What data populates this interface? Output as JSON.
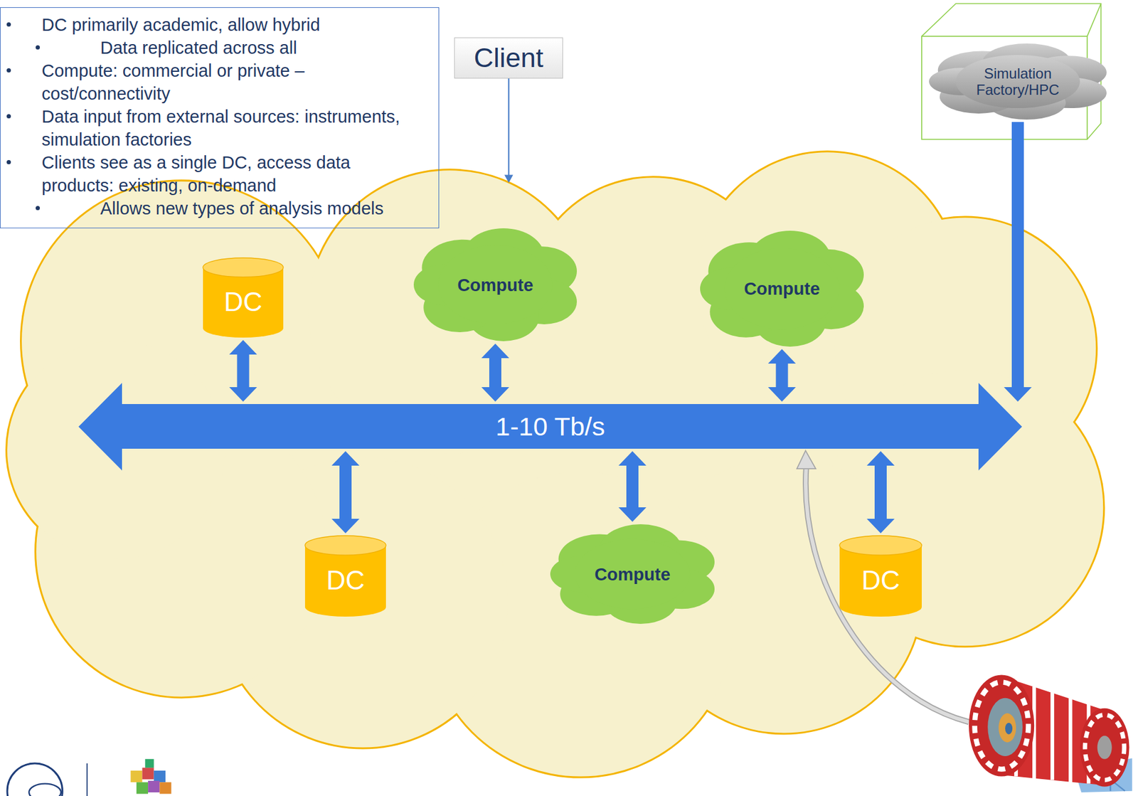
{
  "diagram": {
    "nodes": [
      {
        "text": [
          "DC primarily academic, allow hybrid",
          "Data replicated across all",
          "Compute: commercial or private – cost/connectivity",
          "Data input from external sources: instruments, simulation factories",
          "Clients see as a single DC, access data products: existing, on-demand",
          "Allows new types of analysis models"
        ]
      },
      {
        "text": [
          "Client"
        ]
      },
      {
        "text": [
          "Simulation Factory/HPC"
        ]
      },
      {
        "text": [
          "DC"
        ]
      },
      {
        "text": [
          "Compute"
        ]
      },
      {
        "text": [
          "Compute"
        ]
      },
      {
        "text": [
          "1-10 Tb/s"
        ]
      },
      {
        "text": [
          "DC"
        ]
      },
      {
        "text": [
          "Compute"
        ]
      },
      {
        "text": [
          "DC"
        ]
      }
    ],
    "edges": [
      {
        "from": 3,
        "to": 6,
        "arrow": "both"
      },
      {
        "from": 4,
        "to": 6,
        "arrow": "both"
      },
      {
        "from": 5,
        "to": 6,
        "arrow": "both"
      },
      {
        "from": 6,
        "to": 7,
        "arrow": "both"
      },
      {
        "from": 6,
        "to": 8,
        "arrow": "both"
      },
      {
        "from": 6,
        "to": 9,
        "arrow": "both"
      },
      {
        "from": 2,
        "to": 6,
        "arrow": "to"
      }
    ]
  }
}
